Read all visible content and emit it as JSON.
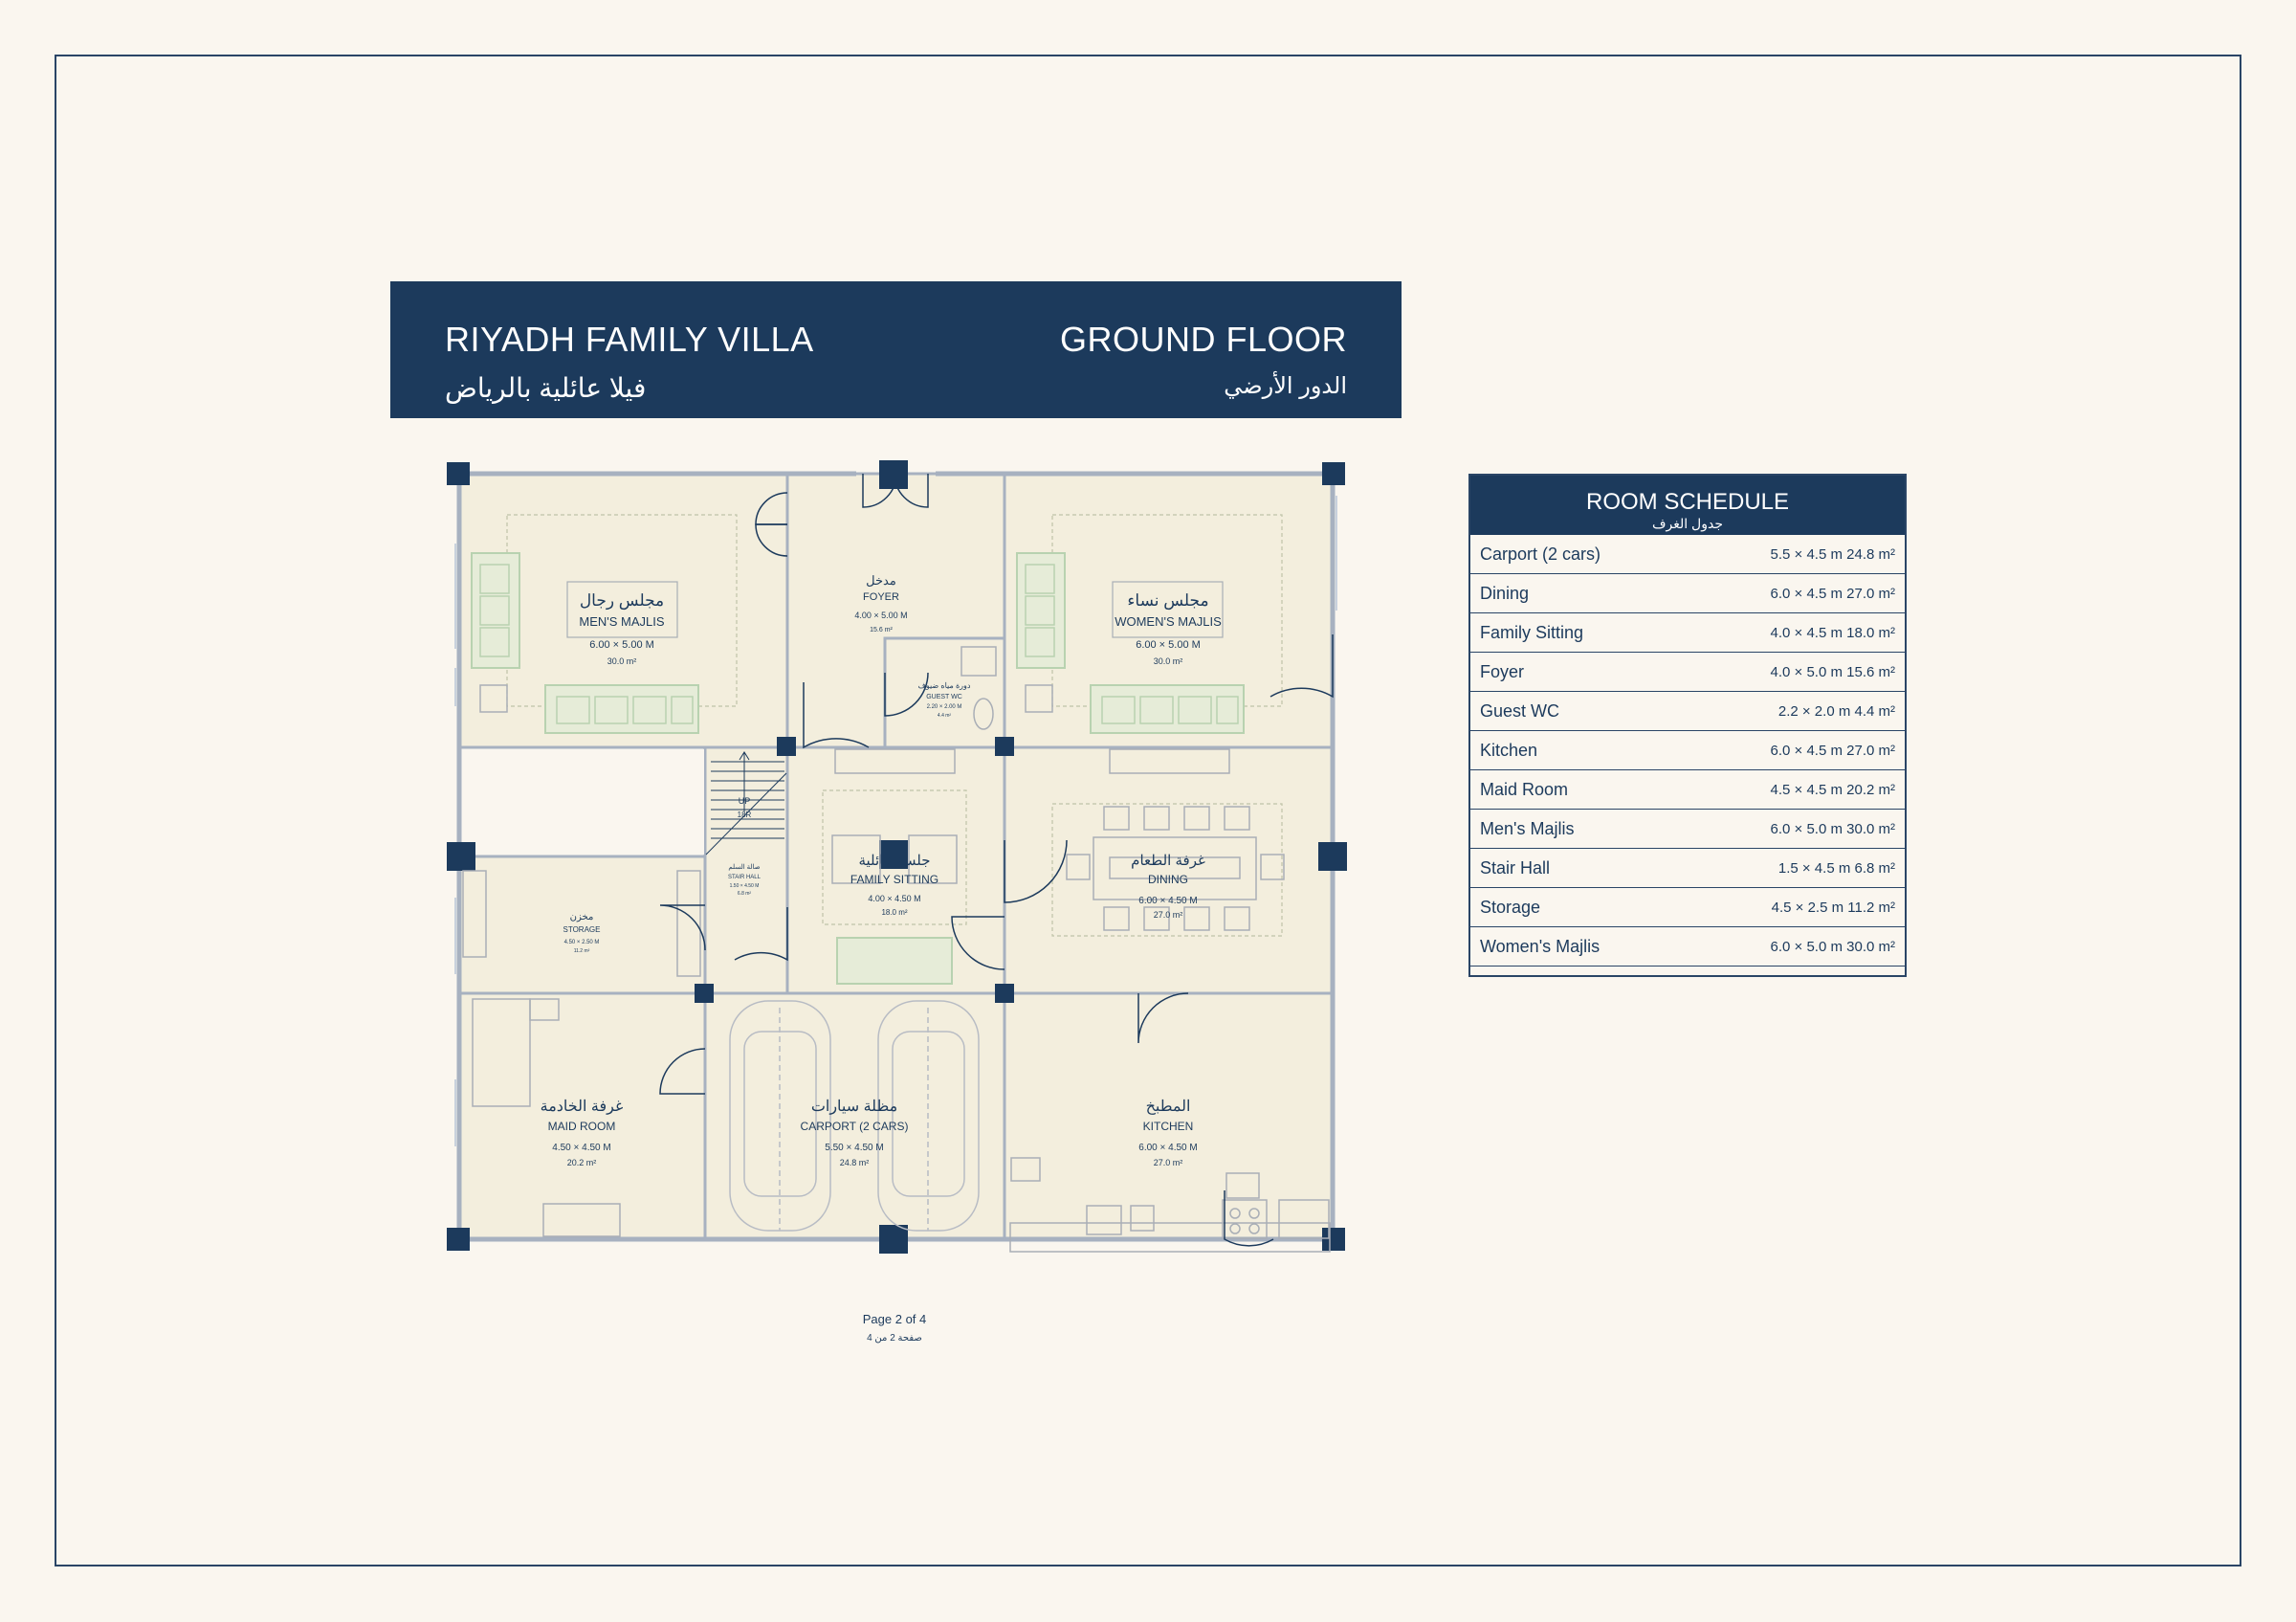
{
  "title": {
    "project_en": "RIYADH FAMILY VILLA",
    "project_ar": "فيلا عائلية بالرياض",
    "floor_en": "GROUND FLOOR",
    "floor_ar": "الدور الأرضي"
  },
  "rooms": {
    "mens_majlis": {
      "ar": "مجلس رجال",
      "en": "MEN'S MAJLIS",
      "dims": "6.00 × 5.00 M",
      "area": "30.0 m²"
    },
    "foyer": {
      "ar": "مدخل",
      "en": "FOYER",
      "dims": "4.00 × 5.00 M",
      "area": "15.6 m²"
    },
    "guest_wc": {
      "ar": "دورة مياه ضيوف",
      "en": "GUEST WC",
      "dims": "2.20 × 2.00 M",
      "area": "4.4 m²"
    },
    "womens_majlis": {
      "ar": "مجلس نساء",
      "en": "WOMEN'S MAJLIS",
      "dims": "6.00 × 5.00 M",
      "area": "30.0 m²"
    },
    "stair_hall": {
      "ar": "صالة السلم",
      "en": "STAIR HALL",
      "dims": "1.50 × 4.50 M",
      "area": "6.8 m²",
      "stair_label": "UP",
      "stair_steps": "18R"
    },
    "family_sitting": {
      "ar": "جلسة عائلية",
      "en": "FAMILY SITTING",
      "dims": "4.00 × 4.50 M",
      "area": "18.0 m²"
    },
    "dining": {
      "ar": "غرفة الطعام",
      "en": "DINING",
      "dims": "6.00 × 4.50 M",
      "area": "27.0 m²"
    },
    "storage": {
      "ar": "مخزن",
      "en": "STORAGE",
      "dims": "4.50 × 2.50 M",
      "area": "11.2 m²"
    },
    "maid_room": {
      "ar": "غرفة الخادمة",
      "en": "MAID ROOM",
      "dims": "4.50 × 4.50 M",
      "area": "20.2 m²"
    },
    "carport": {
      "ar": "مظلة سيارات",
      "en": "CARPORT (2 CARS)",
      "dims": "5.50 × 4.50 M",
      "area": "24.8 m²"
    },
    "kitchen": {
      "ar": "المطبخ",
      "en": "KITCHEN",
      "dims": "6.00 × 4.50 M",
      "area": "27.0 m²"
    }
  },
  "schedule": {
    "title": "ROOM SCHEDULE",
    "title_ar": "جدول الغرف",
    "rows": [
      {
        "name": "Carport (2 cars)",
        "value": "5.5 × 4.5 m 24.8 m²"
      },
      {
        "name": "Dining",
        "value": "6.0 × 4.5 m 27.0 m²"
      },
      {
        "name": "Family Sitting",
        "value": "4.0 × 4.5 m 18.0 m²"
      },
      {
        "name": "Foyer",
        "value": "4.0 × 5.0 m 15.6 m²"
      },
      {
        "name": "Guest WC",
        "value": "2.2 × 2.0 m 4.4 m²"
      },
      {
        "name": "Kitchen",
        "value": "6.0 × 4.5 m 27.0 m²"
      },
      {
        "name": "Maid Room",
        "value": "4.5 × 4.5 m 20.2 m²"
      },
      {
        "name": "Men's Majlis",
        "value": "6.0 × 5.0 m 30.0 m²"
      },
      {
        "name": "Stair Hall",
        "value": "1.5 × 4.5 m 6.8 m²"
      },
      {
        "name": "Storage",
        "value": "4.5 × 2.5 m 11.2 m²"
      },
      {
        "name": "Women's Majlis",
        "value": "6.0 × 5.0 m 30.0 m²"
      }
    ]
  },
  "footer": {
    "page_en": "Page 2 of 4",
    "page_ar": "صفحة 2 من 4"
  },
  "colors": {
    "navy": "#1c3a5c",
    "paper": "#faf6ef",
    "room_fill": "#f3eedd",
    "wall": "#a7b1c0",
    "furniture_green": "#b8d2b0"
  }
}
